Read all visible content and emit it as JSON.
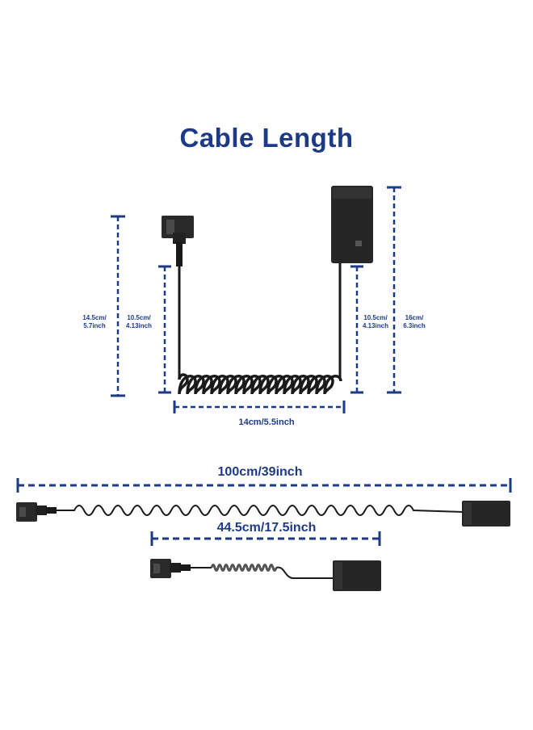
{
  "title": "Cable Length",
  "colors": {
    "accent": "#1d3a86",
    "cable": "#1a1a1a",
    "connector": "#222222",
    "background": "#ffffff"
  },
  "coiled_view": {
    "left_outer": {
      "line1": "14.5cm/",
      "line2": "5.7inch"
    },
    "left_inner": {
      "line1": "10.5cm/",
      "line2": "4.13inch"
    },
    "right_inner": {
      "line1": "10.5cm/",
      "line2": "4.13inch"
    },
    "right_outer": {
      "line1": "16cm/",
      "line2": "6.3inch"
    },
    "width": "14cm/5.5inch"
  },
  "stretched_view": {
    "full_length": "100cm/39inch",
    "relaxed_length": "44.5cm/17.5inch"
  },
  "icons": {
    "dtap_connector": "d-tap-plug-icon",
    "dummy_battery": "dummy-battery-icon"
  }
}
